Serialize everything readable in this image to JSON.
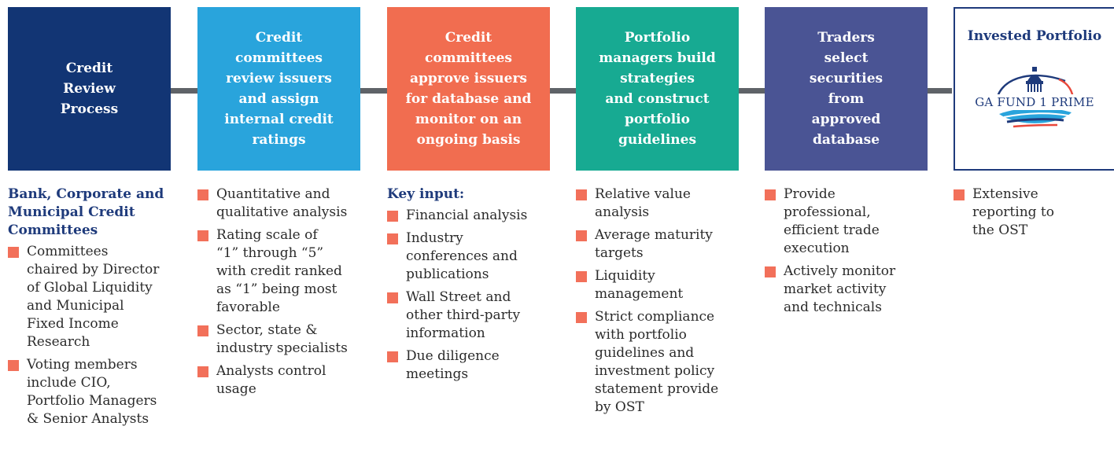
{
  "colors": {
    "box1": "#123574",
    "box2": "#29a4dc",
    "box3": "#f16d50",
    "box4": "#17aa92",
    "box5": "#4a5494",
    "accent_bullet": "#f2705a",
    "heading_blue": "#1e3a7b"
  },
  "steps": [
    {
      "text": "Credit\nReview\nProcess"
    },
    {
      "text": "Credit\ncommittees\nreview issuers\nand assign\ninternal credit\nratings"
    },
    {
      "text": "Credit\ncommittees\napprove issuers\nfor database and\nmonitor on an\nongoing basis"
    },
    {
      "text": "Portfolio\nmanagers build\nstrategies\nand construct\nportfolio\nguidelines"
    },
    {
      "text": "Traders\nselect\nsecurities\nfrom\napproved\ndatabase"
    },
    {
      "title": "Invested Portfolio",
      "logo_text": "GA FUND 1 PRIME",
      "logo_icon": "capitol-dome-icon"
    }
  ],
  "columns": [
    {
      "heading": "Bank, Corporate and\nMunicipal Credit\nCommittees",
      "bullets": [
        "Committees\nchaired by Director\nof Global Liquidity\nand Municipal\nFixed Income\nResearch",
        "Voting members\ninclude CIO,\nPortfolio Managers\n& Senior Analysts"
      ]
    },
    {
      "heading": "",
      "bullets": [
        "Quantitative and\nqualitative analysis",
        "Rating scale of\n“1” through “5”\nwith credit ranked\nas “1” being most\nfavorable",
        "Sector, state &\nindustry specialists",
        "Analysts control\nusage"
      ]
    },
    {
      "heading": "Key input:",
      "bullets": [
        "Financial analysis",
        "Industry\nconferences and\npublications",
        "Wall Street and\nother third-party\ninformation",
        "Due diligence\nmeetings"
      ]
    },
    {
      "heading": "",
      "bullets": [
        "Relative value\nanalysis",
        "Average maturity\ntargets",
        "Liquidity\nmanagement",
        "Strict compliance\nwith portfolio\nguidelines and\ninvestment policy\nstatement provide\nby OST"
      ]
    },
    {
      "heading": "",
      "bullets": [
        "Provide\nprofessional,\nefficient trade\nexecution",
        "Actively monitor\nmarket activity\nand technicals"
      ]
    },
    {
      "heading": "",
      "bullets": [
        "Extensive\nreporting to\nthe OST"
      ]
    }
  ]
}
